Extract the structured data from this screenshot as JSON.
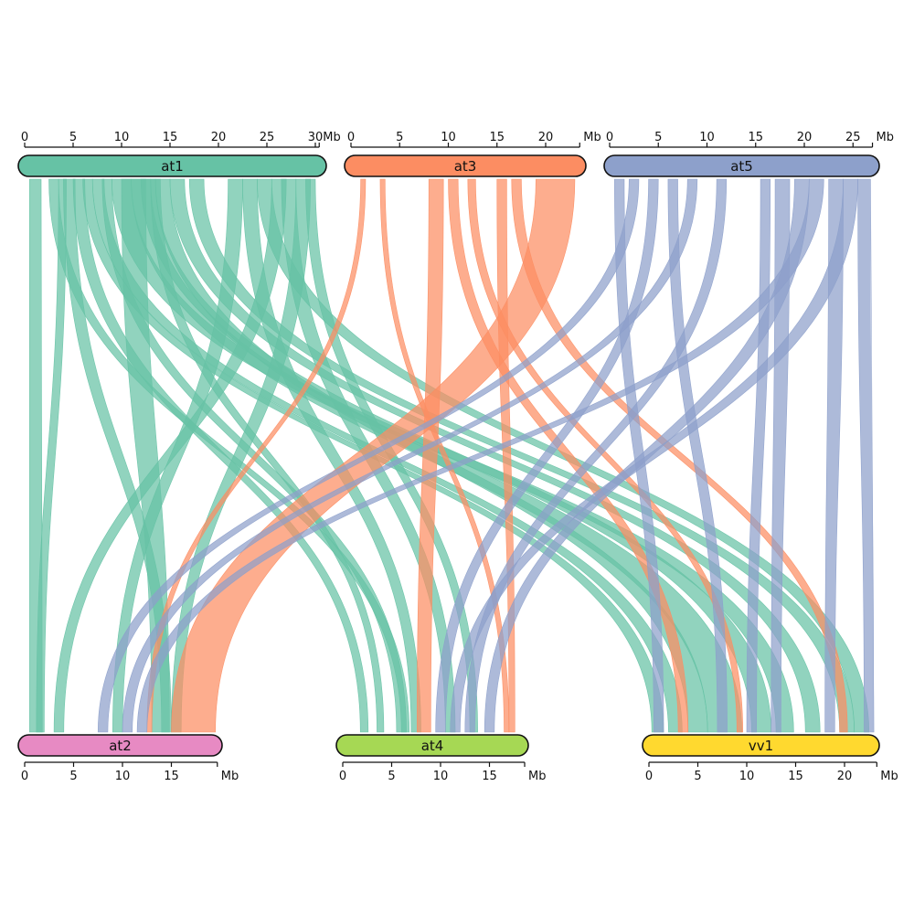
{
  "chromosomes": {
    "top": [
      {
        "id": "at1",
        "label": "at1",
        "color": "#66c2a5",
        "length_mb": 30.4,
        "ticks": [
          0,
          5,
          10,
          15,
          20,
          25,
          30
        ],
        "unit": "Mb"
      },
      {
        "id": "at3",
        "label": "at3",
        "color": "#fc8d62",
        "length_mb": 23.5,
        "ticks": [
          0,
          5,
          10,
          15,
          20
        ],
        "unit": "Mb"
      },
      {
        "id": "at5",
        "label": "at5",
        "color": "#8da0cb",
        "length_mb": 27.0,
        "ticks": [
          0,
          5,
          10,
          15,
          20,
          25
        ],
        "unit": "Mb"
      }
    ],
    "bottom": [
      {
        "id": "at2",
        "label": "at2",
        "color": "#e78ac3",
        "length_mb": 19.7,
        "ticks": [
          0,
          5,
          10,
          15
        ],
        "unit": "Mb"
      },
      {
        "id": "at4",
        "label": "at4",
        "color": "#a6d854",
        "length_mb": 18.6,
        "ticks": [
          0,
          5,
          10,
          15
        ],
        "unit": "Mb"
      },
      {
        "id": "vv1",
        "label": "vv1",
        "color": "#ffd92f",
        "length_mb": 23.3,
        "ticks": [
          0,
          5,
          10,
          15,
          20
        ],
        "unit": "Mb"
      }
    ]
  },
  "links": [
    {
      "from": "at1",
      "fs": 0.5,
      "fe": 1.7,
      "to": "at2",
      "ts": 0.5,
      "te": 1.8
    },
    {
      "from": "at1",
      "fs": 2.5,
      "fe": 3.5,
      "to": "at4",
      "ts": 6.0,
      "te": 6.8
    },
    {
      "from": "at1",
      "fs": 3.5,
      "fe": 4.3,
      "to": "at2",
      "ts": 1.2,
      "te": 2.0
    },
    {
      "from": "at1",
      "fs": 4.0,
      "fe": 5.2,
      "to": "at2",
      "ts": 14.0,
      "te": 15.0
    },
    {
      "from": "at1",
      "fs": 5.0,
      "fe": 6.2,
      "to": "at4",
      "ts": 1.8,
      "te": 2.6
    },
    {
      "from": "at1",
      "fs": 6.0,
      "fe": 7.0,
      "to": "vv1",
      "ts": 0.3,
      "te": 1.5
    },
    {
      "from": "at1",
      "fs": 7.0,
      "fe": 8.2,
      "to": "vv1",
      "ts": 2.0,
      "te": 3.4
    },
    {
      "from": "at1",
      "fs": 8.0,
      "fe": 9.0,
      "to": "at4",
      "ts": 5.5,
      "te": 6.5
    },
    {
      "from": "at1",
      "fs": 9.0,
      "fe": 11.0,
      "to": "vv1",
      "ts": 13.0,
      "te": 14.8
    },
    {
      "from": "at1",
      "fs": 10.0,
      "fe": 12.5,
      "to": "at2",
      "ts": 13.0,
      "te": 14.8
    },
    {
      "from": "at1",
      "fs": 11.0,
      "fe": 13.0,
      "to": "vv1",
      "ts": 6.0,
      "te": 9.5
    },
    {
      "from": "at1",
      "fs": 12.0,
      "fe": 13.5,
      "to": "vv1",
      "ts": 10.5,
      "te": 12.5
    },
    {
      "from": "at1",
      "fs": 13.0,
      "fe": 14.0,
      "to": "at4",
      "ts": 3.5,
      "te": 4.2
    },
    {
      "from": "at1",
      "fs": 13.5,
      "fe": 15.0,
      "to": "vv1",
      "ts": 4.0,
      "te": 6.0
    },
    {
      "from": "at1",
      "fs": 15.0,
      "fe": 16.5,
      "to": "vv1",
      "ts": 16.0,
      "te": 17.5
    },
    {
      "from": "at1",
      "fs": 17.0,
      "fe": 18.5,
      "to": "vv1",
      "ts": 19.5,
      "te": 21.0
    },
    {
      "from": "at1",
      "fs": 21.0,
      "fe": 22.5,
      "to": "at2",
      "ts": 9.0,
      "te": 10.0
    },
    {
      "from": "at1",
      "fs": 22.5,
      "fe": 24.0,
      "to": "at4",
      "ts": 7.0,
      "te": 8.0
    },
    {
      "from": "at1",
      "fs": 24.0,
      "fe": 25.5,
      "to": "vv1",
      "ts": 21.0,
      "te": 22.5
    },
    {
      "from": "at1",
      "fs": 25.5,
      "fe": 27.0,
      "to": "at2",
      "ts": 3.0,
      "te": 4.0
    },
    {
      "from": "at1",
      "fs": 26.5,
      "fe": 28.0,
      "to": "at4",
      "ts": 10.5,
      "te": 11.5
    },
    {
      "from": "at1",
      "fs": 28.0,
      "fe": 29.5,
      "to": "at2",
      "ts": 15.0,
      "te": 16.0
    },
    {
      "from": "at1",
      "fs": 29.0,
      "fe": 30.0,
      "to": "at4",
      "ts": 13.0,
      "te": 13.8
    },
    {
      "from": "at3",
      "fs": 1.0,
      "fe": 1.5,
      "to": "at2",
      "ts": 12.5,
      "te": 13.0
    },
    {
      "from": "at3",
      "fs": 3.0,
      "fe": 3.5,
      "to": "at4",
      "ts": 16.5,
      "te": 17.0
    },
    {
      "from": "at3",
      "fs": 8.0,
      "fe": 9.5,
      "to": "at4",
      "ts": 7.6,
      "te": 9.0
    },
    {
      "from": "at3",
      "fs": 10.0,
      "fe": 11.0,
      "to": "vv1",
      "ts": 3.0,
      "te": 4.0
    },
    {
      "from": "at3",
      "fs": 12.0,
      "fe": 12.8,
      "to": "vv1",
      "ts": 9.0,
      "te": 9.6
    },
    {
      "from": "at3",
      "fs": 15.0,
      "fe": 16.0,
      "to": "at4",
      "ts": 17.0,
      "te": 17.6
    },
    {
      "from": "at3",
      "fs": 16.5,
      "fe": 17.5,
      "to": "vv1",
      "ts": 19.5,
      "te": 20.3
    },
    {
      "from": "at3",
      "fs": 19.0,
      "fe": 23.0,
      "to": "at2",
      "ts": 15.0,
      "te": 19.5
    },
    {
      "from": "at5",
      "fs": 0.5,
      "fe": 1.5,
      "to": "vv1",
      "ts": 0.5,
      "te": 1.5
    },
    {
      "from": "at5",
      "fs": 2.0,
      "fe": 3.0,
      "to": "at2",
      "ts": 7.5,
      "te": 8.5
    },
    {
      "from": "at5",
      "fs": 4.0,
      "fe": 5.0,
      "to": "at4",
      "ts": 9.5,
      "te": 10.5
    },
    {
      "from": "at5",
      "fs": 6.0,
      "fe": 7.0,
      "to": "vv1",
      "ts": 7.0,
      "te": 8.0
    },
    {
      "from": "at5",
      "fs": 8.0,
      "fe": 9.0,
      "to": "at2",
      "ts": 10.0,
      "te": 11.0
    },
    {
      "from": "at5",
      "fs": 11.0,
      "fe": 12.0,
      "to": "at4",
      "ts": 12.5,
      "te": 13.5
    },
    {
      "from": "at5",
      "fs": 15.5,
      "fe": 16.5,
      "to": "vv1",
      "ts": 10.0,
      "te": 11.0
    },
    {
      "from": "at5",
      "fs": 17.0,
      "fe": 18.5,
      "to": "vv1",
      "ts": 12.5,
      "te": 13.5
    },
    {
      "from": "at5",
      "fs": 19.0,
      "fe": 20.5,
      "to": "at4",
      "ts": 14.5,
      "te": 15.5
    },
    {
      "from": "at5",
      "fs": 20.5,
      "fe": 22.0,
      "to": "at2",
      "ts": 11.5,
      "te": 12.5
    },
    {
      "from": "at5",
      "fs": 22.5,
      "fe": 24.0,
      "to": "vv1",
      "ts": 18.0,
      "te": 19.0
    },
    {
      "from": "at5",
      "fs": 24.0,
      "fe": 25.5,
      "to": "at4",
      "ts": 11.0,
      "te": 12.0
    },
    {
      "from": "at5",
      "fs": 25.5,
      "fe": 26.8,
      "to": "vv1",
      "ts": 22.0,
      "te": 23.0
    }
  ]
}
